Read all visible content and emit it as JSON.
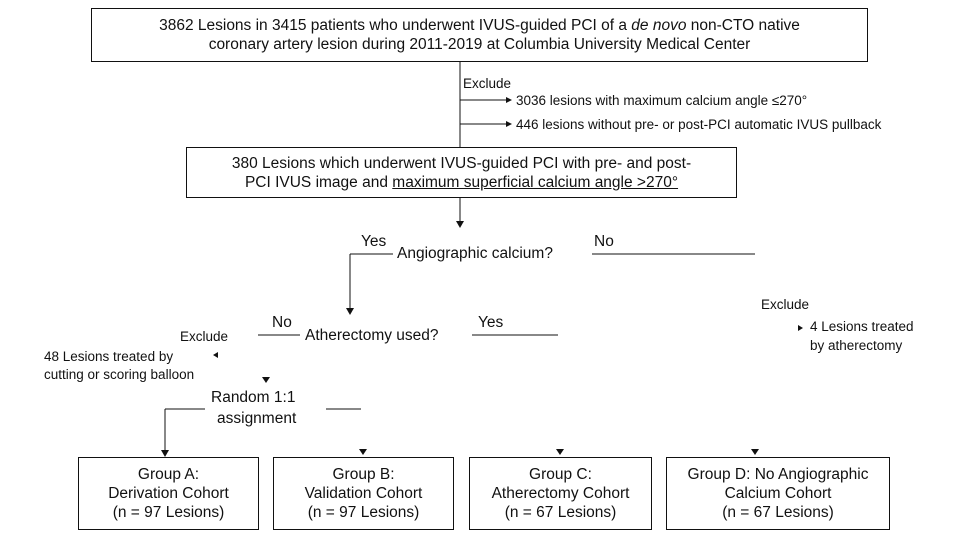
{
  "top_box": {
    "line1_pre": "3862 Lesions in 3415 patients who underwent IVUS-guided PCI of a ",
    "line1_italic": "de novo",
    "line1_post": " non-CTO native",
    "line2": "coronary artery lesion during 2011-2019 at Columbia University Medical Center"
  },
  "exclude1": {
    "label": "Exclude",
    "item1": "3036 lesions with maximum calcium angle ≤270°",
    "item2": "446 lesions without pre- or post-PCI automatic IVUS pullback"
  },
  "second_box": {
    "line1": "380 Lesions which underwent IVUS-guided PCI with pre- and post-",
    "line2_pre": "PCI IVUS image and ",
    "line2_underlined": "maximum superficial calcium angle >270°"
  },
  "decision1": {
    "question": "Angiographic calcium?",
    "yes": "Yes",
    "no": "No"
  },
  "exclude_right": {
    "label": "Exclude",
    "line1": "4 Lesions treated",
    "line2": "by atherectomy"
  },
  "decision2": {
    "question": "Atherectomy used?",
    "yes": "Yes",
    "no": "No"
  },
  "exclude_left": {
    "label": "Exclude",
    "line1": "48 Lesions treated by",
    "line2": "cutting or scoring balloon"
  },
  "random": {
    "line1": "Random 1:1",
    "line2": "assignment"
  },
  "groups": [
    {
      "line1": "Group A:",
      "line2": "Derivation Cohort",
      "line3": "(n = 97 Lesions)"
    },
    {
      "line1": "Group B:",
      "line2": "Validation Cohort",
      "line3": "(n = 97 Lesions)"
    },
    {
      "line1": "Group C:",
      "line2": "Atherectomy Cohort",
      "line3": "(n = 67 Lesions)"
    },
    {
      "line1": "Group D: No Angiographic",
      "line2": "Calcium Cohort",
      "line3": "(n = 67 Lesions)"
    }
  ]
}
